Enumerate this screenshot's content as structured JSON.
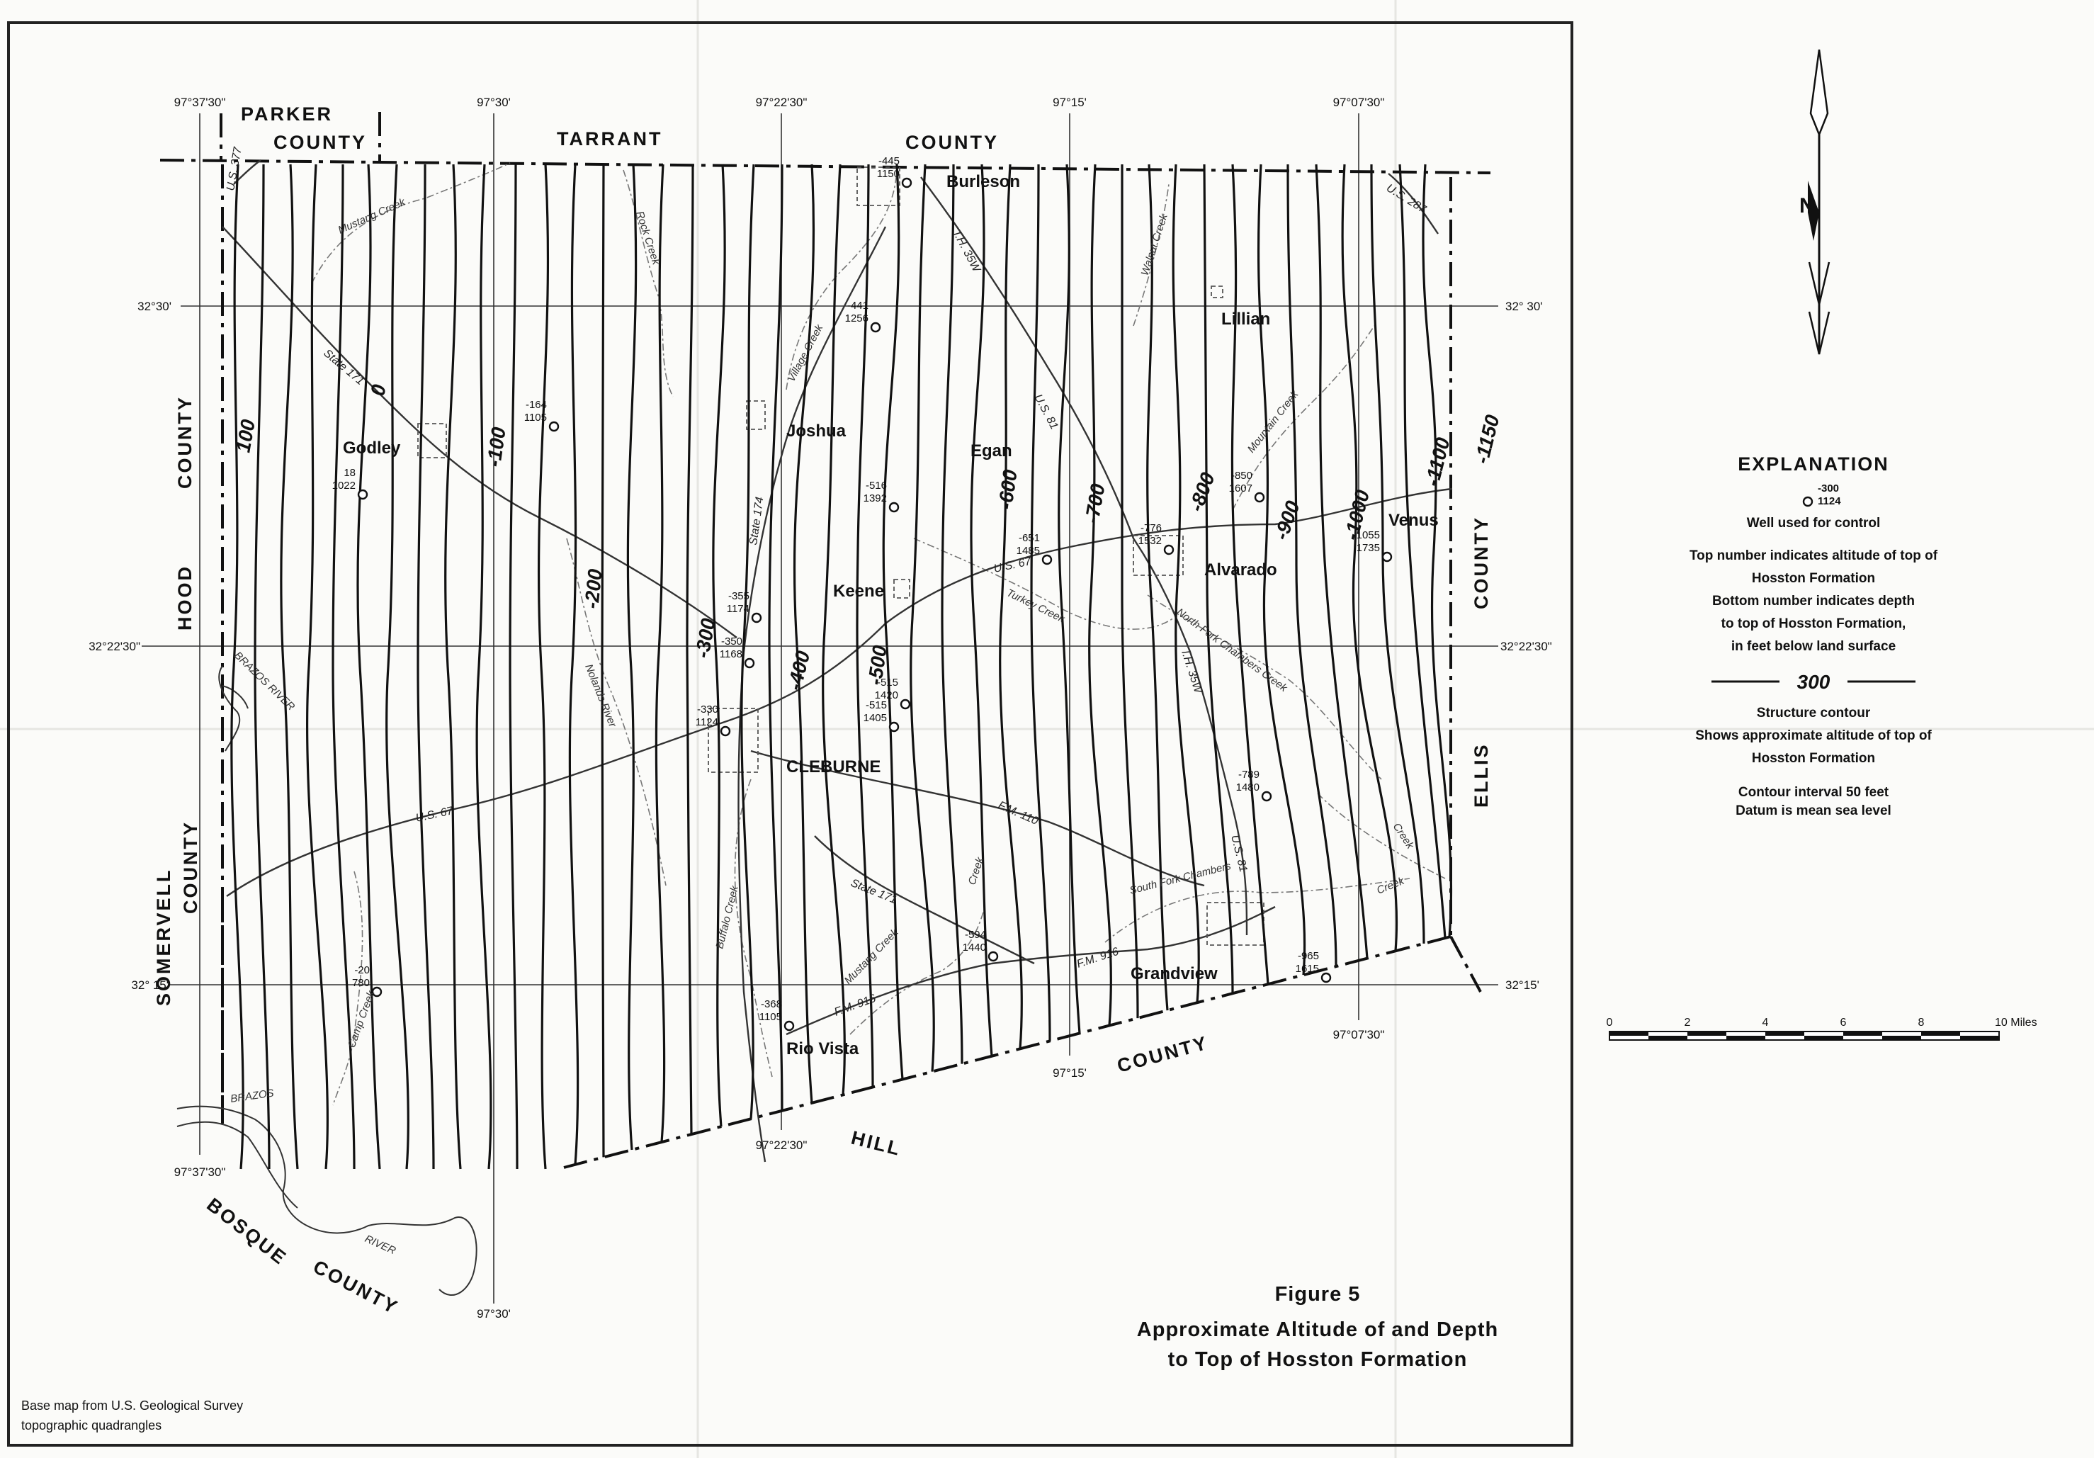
{
  "figure": {
    "number": "Figure 5",
    "title_line1": "Approximate Altitude of and Depth",
    "title_line2": "to Top of Hosston Formation"
  },
  "credit": {
    "line1": "Base map from U.S. Geological Survey",
    "line2": "topographic quadrangles"
  },
  "coordinates": {
    "lon_w1_top": "97°37'30\"",
    "lon_w1_bottom": "97°37'30\"",
    "lon_w2_top": "97°30'",
    "lon_w2_bottom": "97°30'",
    "lon_w3_top": "97°22'30\"",
    "lon_w3_bottom": "97°22'30\"",
    "lon_w4_top": "97°15'",
    "lon_w4_bottom": "97°15'",
    "lon_w5_top": "97°07'30\"",
    "lon_w5_bottom": "97°07'30\"",
    "lat_1_left": "32°30'",
    "lat_1_right": "32° 30'",
    "lat_2_left": "32°22'30\"",
    "lat_2_right": "32°22'30\"",
    "lat_3_left": "32° 15'",
    "lat_3_right": "32°15'"
  },
  "counties": {
    "parker_1": "PARKER",
    "parker_2": "COUNTY",
    "tarrant": "TARRANT",
    "tarrant_county": "COUNTY",
    "hood_county": "COUNTY",
    "hood": "HOOD",
    "somervell_1": "SOMERVELL",
    "somervell_2": "COUNTY",
    "bosque": "BOSQUE",
    "bosque_county": "COUNTY",
    "hill": "HILL",
    "hill_county": "COUNTY",
    "ellis": "ELLIS",
    "ellis_county": "COUNTY"
  },
  "towns": {
    "burleson": "Burleson",
    "lillian": "Lillian",
    "godley": "Godley",
    "joshua": "Joshua",
    "egan": "Egan",
    "keene": "Keene",
    "alvarado": "Alvarado",
    "venus": "Venus",
    "cleburne": "CLEBURNE",
    "grandview": "Grandview",
    "rio_vista": "Rio Vista"
  },
  "roads": {
    "us377": "U.S. 377",
    "us287": "U.S. 287",
    "ih35w_north": "I.H. 35W",
    "us81_north": "U.S. 81",
    "state171_west": "State 171",
    "state174": "State 174",
    "us67_east": "U.S. 67",
    "us67_west": "U.S. 67",
    "fm110": "F.M. 110",
    "state171_south": "State 171",
    "fm916_west": "F.M. 916",
    "fm916_east": "F.M. 916",
    "ih35w_south": "I.H. 35W",
    "us81_south": "U.S. 81"
  },
  "streams": {
    "mustang_creek_north": "Mustang Creek",
    "rock_creek": "Rock Creek",
    "village_creek": "Village Creek",
    "walnut_creek": "Walnut Creek",
    "mountain_creek": "Mountain Creek",
    "turkey_creek": "Turkey Creek",
    "north_fork_chambers": "North Fork Chambers Creek",
    "nolands_river": "Nolands River",
    "buffalo_creek": "Buffalo Creek",
    "mustang_creek_south": "Mustang Creek",
    "creek_south": "Creek",
    "south_fork_chambers": "South Fork Chambers",
    "chambers_creek_east": "Creek",
    "chambers_creek_east2": "Creek",
    "camp_creek": "Camp Creek",
    "brazos_river_north": "BRAZOS RIVER",
    "brazos_south": "BRAZOS",
    "river_south": "RIVER"
  },
  "contour_labels": [
    "100",
    "0",
    "-100",
    "-200",
    "-300",
    "-400",
    "-500",
    "-600",
    "-700",
    "-800",
    "-900",
    "-1000",
    "-1100",
    "-1150"
  ],
  "wells": [
    {
      "altitude": "-445",
      "depth": "1150"
    },
    {
      "altitude": "-441",
      "depth": "1256"
    },
    {
      "altitude": "-164",
      "depth": "1105"
    },
    {
      "altitude": "18",
      "depth": "1022"
    },
    {
      "altitude": "-516",
      "depth": "1392"
    },
    {
      "altitude": "-651",
      "depth": "1485"
    },
    {
      "altitude": "-850",
      "depth": "1607"
    },
    {
      "altitude": "-776",
      "depth": "1532"
    },
    {
      "altitude": "-1055",
      "depth": "1735"
    },
    {
      "altitude": "-355",
      "depth": "1174"
    },
    {
      "altitude": "-350",
      "depth": "1168"
    },
    {
      "altitude": "-330",
      "depth": "1124"
    },
    {
      "altitude": "-515",
      "depth": "1420"
    },
    {
      "altitude": "-515",
      "depth": "1405"
    },
    {
      "altitude": "-789",
      "depth": "1480"
    },
    {
      "altitude": "-594",
      "depth": "1440"
    },
    {
      "altitude": "-965",
      "depth": "1615"
    },
    {
      "altitude": "-20",
      "depth": "780"
    },
    {
      "altitude": "-368",
      "depth": "1105"
    }
  ],
  "legend": {
    "title": "EXPLANATION",
    "sample_altitude": "-300",
    "sample_depth": "1124",
    "well_label": "Well used for control",
    "desc1": "Top number indicates altitude of top of",
    "desc2": "Hosston Formation",
    "desc3": "Bottom number indicates depth",
    "desc4": "to top of Hosston Formation,",
    "desc5": "in feet below land surface",
    "contour_sample": "300",
    "contour_label": "Structure contour",
    "contour_desc1": "Shows approximate altitude of top of",
    "contour_desc2": "Hosston Formation",
    "interval": "Contour interval 50 feet",
    "datum": "Datum is mean sea level"
  },
  "scale": {
    "ticks": [
      "0",
      "2",
      "4",
      "6",
      "8",
      "10 Miles"
    ]
  },
  "north_arrow": {
    "label": "N"
  }
}
